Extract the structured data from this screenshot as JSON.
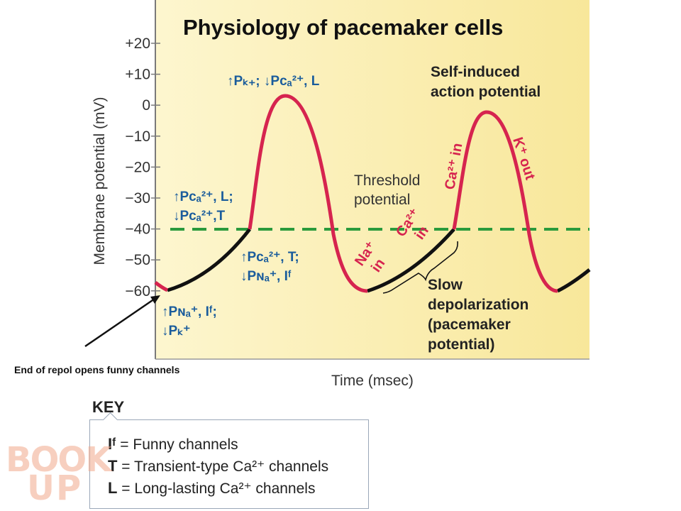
{
  "title": "Physiology of pacemaker cells",
  "y_axis_label": "Membrane potential (mV)",
  "x_axis_label": "Time (msec)",
  "y_ticks": [
    "+20",
    "+10",
    "0",
    "−10",
    "−20",
    "−30",
    "−40",
    "−50",
    "−60"
  ],
  "annotations": {
    "self_induced_1": "Self-induced",
    "self_induced_2": "action potential",
    "threshold_1": "Threshold",
    "threshold_2": "potential",
    "slow_1": "Slow",
    "slow_2": "depolarization",
    "slow_3": "(pacemaker",
    "slow_4": "potential)",
    "na_in_1": "Na⁺",
    "na_in_2": "in",
    "ca_in_1": "Ca²⁺",
    "ca_in_2": "in",
    "ca_in_vertical": "Ca²⁺ in",
    "k_out_vertical": "K⁺ out"
  },
  "permeability_labels": {
    "peak": "↑Pₖ₊; ↓Pᴄₐ²⁺, L",
    "upper_left_1": "↑Pᴄₐ²⁺, L;",
    "upper_left_2": "↓Pᴄₐ²⁺,T",
    "middle_1": "↑Pᴄₐ²⁺, T;",
    "middle_2": "↓Pɴₐ⁺, Iᶠ",
    "lower_1": "↑Pɴₐ⁺, Iᶠ;",
    "lower_2": "↓Pₖ⁺"
  },
  "caption": "End of repol opens funny channels",
  "key": {
    "title": "KEY",
    "rows": [
      {
        "symbol": "Iᶠ",
        "text": " = Funny channels"
      },
      {
        "symbol": "T",
        "text": " = Transient-type Ca²⁺ channels"
      },
      {
        "symbol": "L",
        "text": " = Long-lasting Ca²⁺ channels"
      }
    ]
  },
  "watermark": [
    "BOOK",
    "UP"
  ],
  "colors": {
    "panel_bg": "#fcefb0",
    "depolarization": "#d6244f",
    "repolarization": "#111111",
    "threshold": "#2a9a3c",
    "blue_label": "#1a5c9c"
  }
}
